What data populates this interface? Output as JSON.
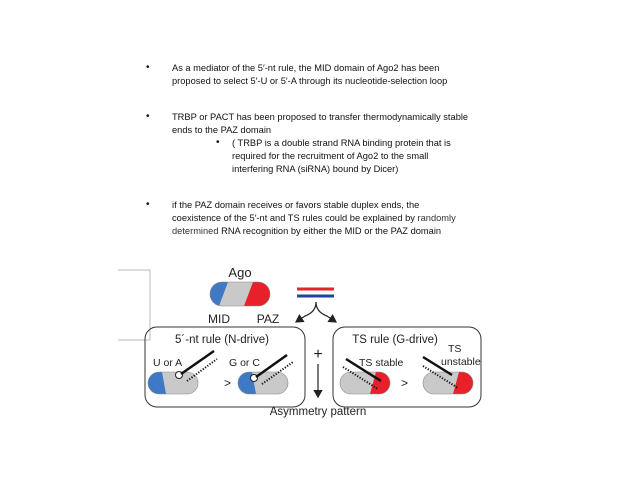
{
  "bullets": [
    {
      "line1": "As a mediator of the 5′-nt rule, the MID domain of Ago2 has been",
      "line2": "proposed to select 5′-U or 5′-A through its nucleotide-selection loop"
    },
    {
      "line1": "TRBP or PACT has been proposed to transfer thermodynamically stable",
      "line2": "ends to the PAZ domain",
      "sub": {
        "line1": "( TRBP is a double strand RNA binding protein that is",
        "line2": "required for the recruitment of Ago2 to the small",
        "line3": "interfering RNA (siRNA) bound by Dicer)"
      }
    },
    {
      "line1": "if the PAZ domain receives or favors stable duplex ends, the",
      "line2a": "coexistence of the 5′-nt and TS rules could be explained by ",
      "line2b": "randomly",
      "line3a": "determined",
      "line3b": " RNA recognition by either the MID or the PAZ domain"
    }
  ],
  "bullet_symbol": "•",
  "figure": {
    "ago_label": "Ago",
    "mid_label": "MID",
    "paz_label": "PAZ",
    "left_box_title": "5´-nt rule (N-drive)",
    "right_box_title": "TS rule (G-drive)",
    "u_or_a": "U or A",
    "g_or_c": "G or C",
    "ts_stable": "TS stable",
    "ts_unstable_1": "TS",
    "ts_unstable_2": "unstable",
    "greater_than": ">",
    "plus": "+",
    "asymmetry": "Asymmetry pattern",
    "colors": {
      "blue": "#3f78c4",
      "red": "#e8202a",
      "grey": "#c9c9c9",
      "duplex_red": "#e0262b",
      "duplex_blue": "#23439a"
    }
  }
}
